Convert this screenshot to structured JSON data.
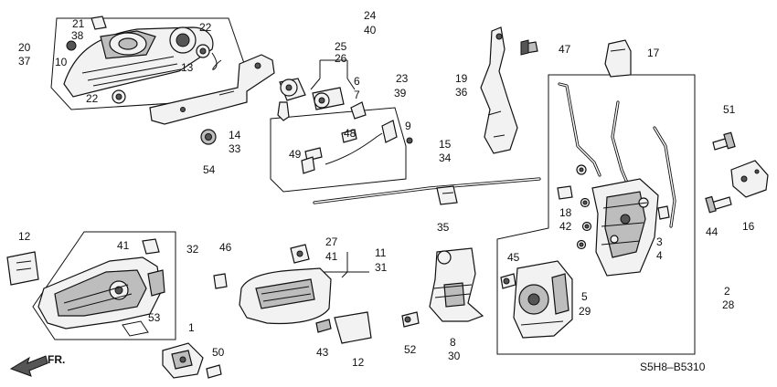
{
  "diagram": {
    "labels": [
      {
        "id": "c21",
        "text": "21"
      },
      {
        "id": "c38",
        "text": "38"
      },
      {
        "id": "c22a",
        "text": "22"
      },
      {
        "id": "c20",
        "text": "20"
      },
      {
        "id": "c37",
        "text": "37"
      },
      {
        "id": "c10",
        "text": "10"
      },
      {
        "id": "c13",
        "text": "13"
      },
      {
        "id": "c22b",
        "text": "22"
      },
      {
        "id": "c14",
        "text": "14"
      },
      {
        "id": "c33",
        "text": "33"
      },
      {
        "id": "c54",
        "text": "54"
      },
      {
        "id": "c24",
        "text": "24"
      },
      {
        "id": "c40",
        "text": "40"
      },
      {
        "id": "c25",
        "text": "25"
      },
      {
        "id": "c26",
        "text": "26"
      },
      {
        "id": "c6",
        "text": "6"
      },
      {
        "id": "c7",
        "text": "7"
      },
      {
        "id": "c23",
        "text": "23"
      },
      {
        "id": "c39",
        "text": "39"
      },
      {
        "id": "c9",
        "text": "9"
      },
      {
        "id": "c48",
        "text": "48"
      },
      {
        "id": "c49",
        "text": "49"
      },
      {
        "id": "c19",
        "text": "19"
      },
      {
        "id": "c36",
        "text": "36"
      },
      {
        "id": "c47",
        "text": "47"
      },
      {
        "id": "c17",
        "text": "17"
      },
      {
        "id": "c15",
        "text": "15"
      },
      {
        "id": "c34",
        "text": "34"
      },
      {
        "id": "c35",
        "text": "35"
      },
      {
        "id": "c51",
        "text": "51"
      },
      {
        "id": "c18",
        "text": "18"
      },
      {
        "id": "c42",
        "text": "42"
      },
      {
        "id": "c3",
        "text": "3"
      },
      {
        "id": "c4",
        "text": "4"
      },
      {
        "id": "c44",
        "text": "44"
      },
      {
        "id": "c16",
        "text": "16"
      },
      {
        "id": "c12a",
        "text": "12"
      },
      {
        "id": "c41a",
        "text": "41"
      },
      {
        "id": "c32",
        "text": "32"
      },
      {
        "id": "c46",
        "text": "46"
      },
      {
        "id": "c27",
        "text": "27"
      },
      {
        "id": "c41b",
        "text": "41"
      },
      {
        "id": "c11",
        "text": "11"
      },
      {
        "id": "c31",
        "text": "31"
      },
      {
        "id": "c53",
        "text": "53"
      },
      {
        "id": "c1",
        "text": "1"
      },
      {
        "id": "c50",
        "text": "50"
      },
      {
        "id": "c43",
        "text": "43"
      },
      {
        "id": "c12b",
        "text": "12"
      },
      {
        "id": "c52",
        "text": "52"
      },
      {
        "id": "c8",
        "text": "8"
      },
      {
        "id": "c30",
        "text": "30"
      },
      {
        "id": "c45",
        "text": "45"
      },
      {
        "id": "c5",
        "text": "5"
      },
      {
        "id": "c29",
        "text": "29"
      },
      {
        "id": "c2",
        "text": "2"
      },
      {
        "id": "c28",
        "text": "28"
      }
    ],
    "front_label": "FR.",
    "diagram_code": "S5H8–B5310"
  }
}
